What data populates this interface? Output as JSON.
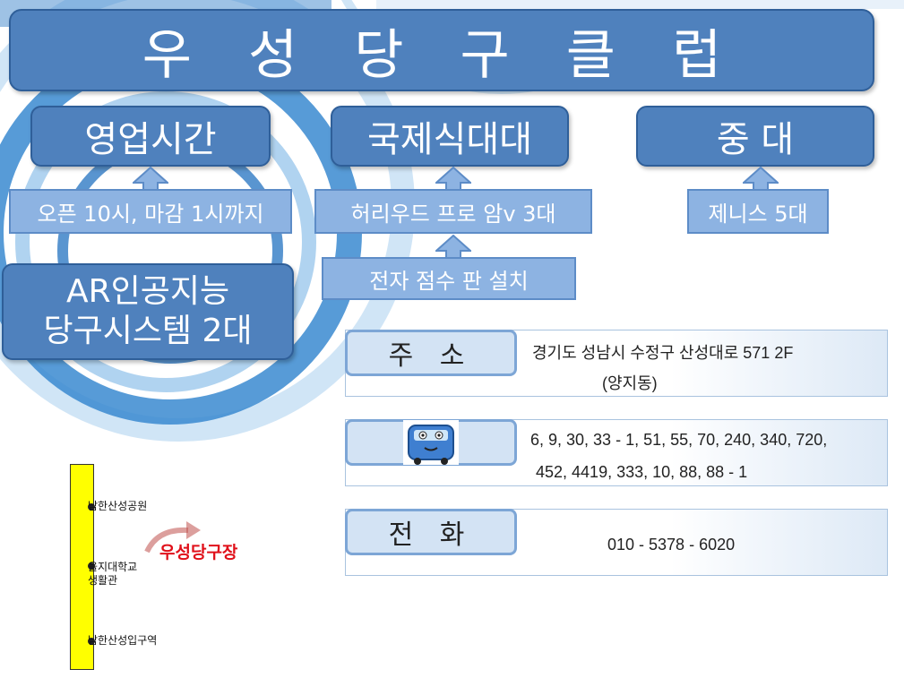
{
  "title": "우 성 당 구 클 럽",
  "categories": {
    "hours": {
      "heading": "영업시간",
      "detail": "오픈 10시, 마감 1시까지"
    },
    "intl_table": {
      "heading": "국제식대대",
      "detail": "허리우드 프로 암v 3대",
      "extra": "전자 점수 판 설치"
    },
    "mid_table": {
      "heading": "중 대",
      "detail": "제니스 5대"
    }
  },
  "ai_system": {
    "line1": "AR인공지능",
    "line2": "당구시스템 2대"
  },
  "info": {
    "address": {
      "label": "주 소",
      "line1": "경기도 성남시 수정구 산성대로 571 2F",
      "line2": "(양지동)"
    },
    "bus": {
      "icon": "bus-icon",
      "line1": "6, 9, 30, 33 - 1, 51, 55, 70, 240, 340, 720,",
      "line2": "452, 4419, 333, 10, 88, 88 - 1"
    },
    "phone": {
      "label": "전 화",
      "number": "010 - 5378 - 6020"
    }
  },
  "map": {
    "stop_top": "남한산성공원",
    "stop_mid_line1": "을지대학교",
    "stop_mid_line2": "생활관",
    "stop_bottom": "남한산성입구역",
    "destination": "우성당구장"
  },
  "colors": {
    "dark_box": "#4f81bd",
    "light_box": "#8db3e2",
    "road": "#ffff00",
    "destination": "#e0101a"
  }
}
